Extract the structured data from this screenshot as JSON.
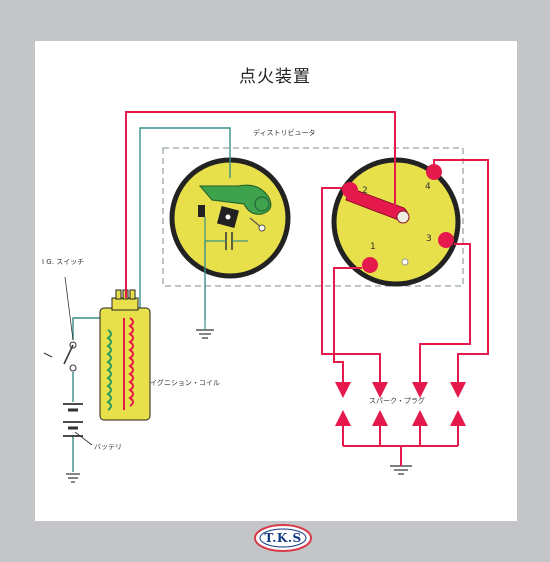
{
  "title": "点火装置",
  "labels": {
    "distributor": "ディストリビュータ",
    "ig_switch": "I G. スイッチ",
    "ignition_coil": "イグニション・コイル",
    "battery": "バッテリ",
    "spark_plug": "スパーク・プラグ"
  },
  "cap_numbers": [
    "1",
    "2",
    "3",
    "4"
  ],
  "logo": {
    "text": "T.K.S"
  },
  "colors": {
    "high_tension_wire": "#e6194c",
    "low_tension_wire": "#3a8f8a",
    "breaker_plate": "#e8e04a",
    "cam_and_points": "#3fa34d",
    "coil_winding": "#2e9a5e",
    "frame_gray": "#c3c5c8",
    "logo_blue": "#123b86",
    "logo_red": "#d83a4a"
  }
}
